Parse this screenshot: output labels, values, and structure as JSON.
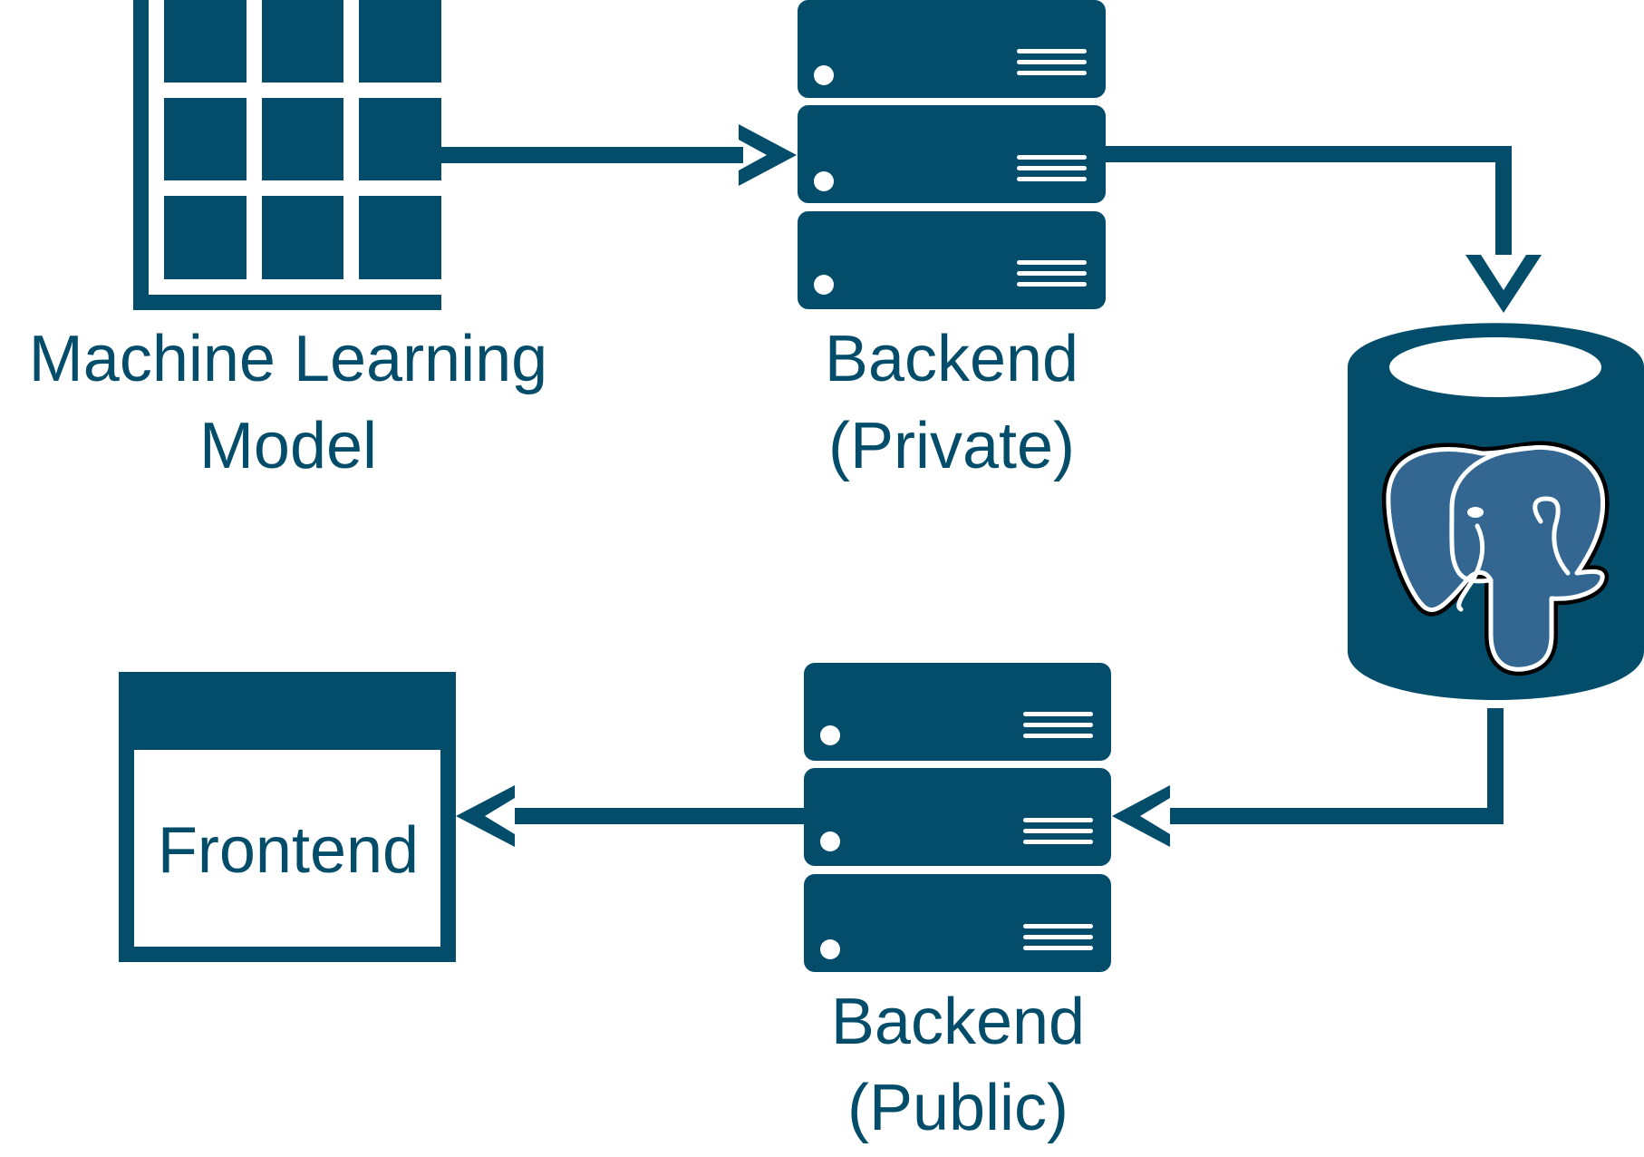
{
  "colors": {
    "primary": "#034d6b",
    "elephant_fill": "#336791",
    "elephant_outline": "#000000",
    "background": "#ffffff"
  },
  "nodes": {
    "ml_model": {
      "icon": "grid-table-icon",
      "label_line1": "Machine Learning",
      "label_line2": "Model"
    },
    "backend_private": {
      "icon": "server-stack-icon",
      "label_line1": "Backend",
      "label_line2": "(Private)"
    },
    "database": {
      "icon": "postgresql-database-icon"
    },
    "backend_public": {
      "icon": "server-stack-icon",
      "label_line1": "Backend",
      "label_line2": "(Public)"
    },
    "frontend": {
      "icon": "browser-window-icon",
      "label": "Frontend"
    }
  },
  "edges": [
    {
      "from": "ml_model",
      "to": "backend_private"
    },
    {
      "from": "backend_private",
      "to": "database"
    },
    {
      "from": "database",
      "to": "backend_public"
    },
    {
      "from": "backend_public",
      "to": "frontend"
    }
  ]
}
